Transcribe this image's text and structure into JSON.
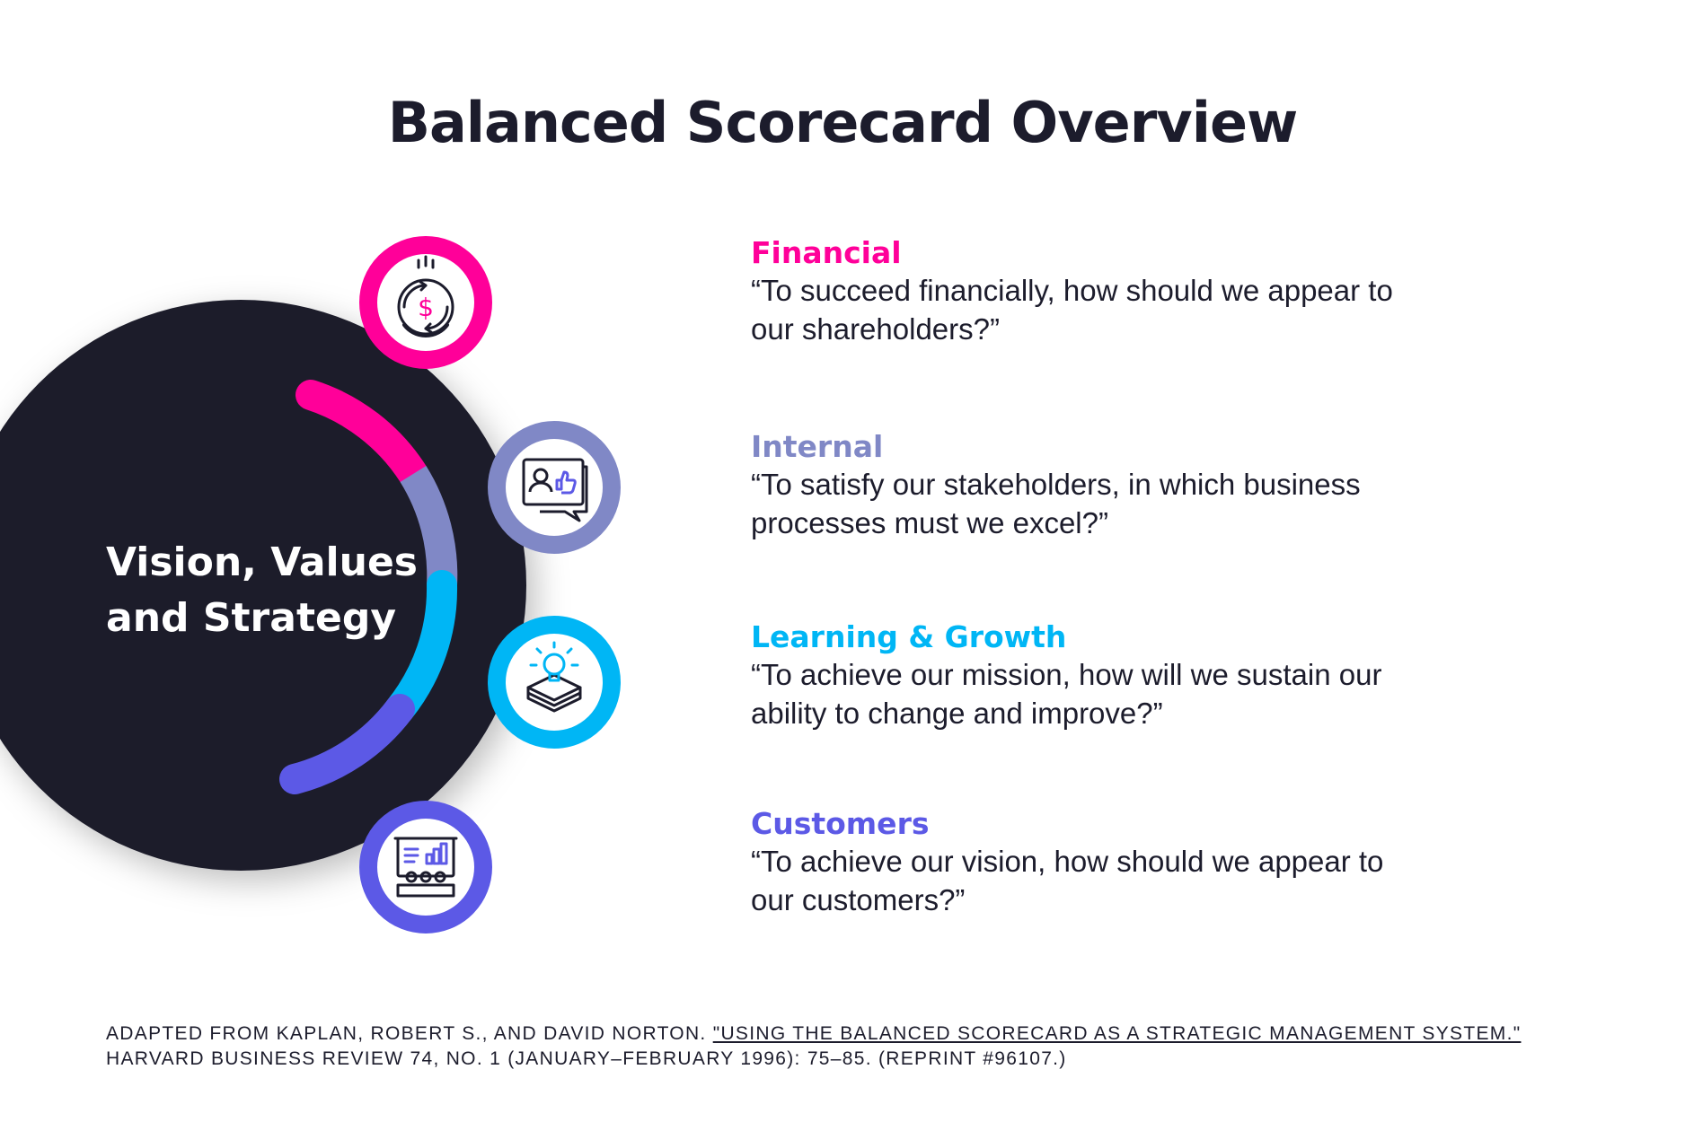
{
  "title": "Balanced Scorecard Overview",
  "center": {
    "line1": "Vision, Values",
    "line2": "and Strategy"
  },
  "perspectives": [
    {
      "heading": "Financial",
      "question": "“To succeed financially, how should we appear to our shareholders?”",
      "color": "#ff0099",
      "icon": "dollar-coin-icon"
    },
    {
      "heading": "Internal",
      "question": "“To satisfy our stakeholders, in which business processes must we excel?”",
      "color": "#8088c6",
      "icon": "chat-thumbs-up-icon"
    },
    {
      "heading": "Learning & Growth",
      "question": "“To achieve our mission, how will we sustain our ability to change and improve?”",
      "color": "#00b6f5",
      "icon": "lightbulb-book-icon"
    },
    {
      "heading": "Customers",
      "question": "“To achieve our vision, how should we appear to our customers?”",
      "color": "#5c59e6",
      "icon": "presentation-audience-icon"
    }
  ],
  "citation": {
    "prefix": "ADAPTED FROM KAPLAN, ROBERT S., AND DAVID NORTON. ",
    "link_text": "\"USING THE BALANCED SCORECARD AS A STRATEGIC MANAGEMENT SYSTEM.\"",
    "line2": "HARVARD BUSINESS REVIEW 74, NO. 1 (JANUARY–FEBRUARY 1996): 75–85. (REPRINT #96107.)"
  },
  "colors": {
    "dark": "#1c1c2c",
    "background": "#ffffff"
  }
}
